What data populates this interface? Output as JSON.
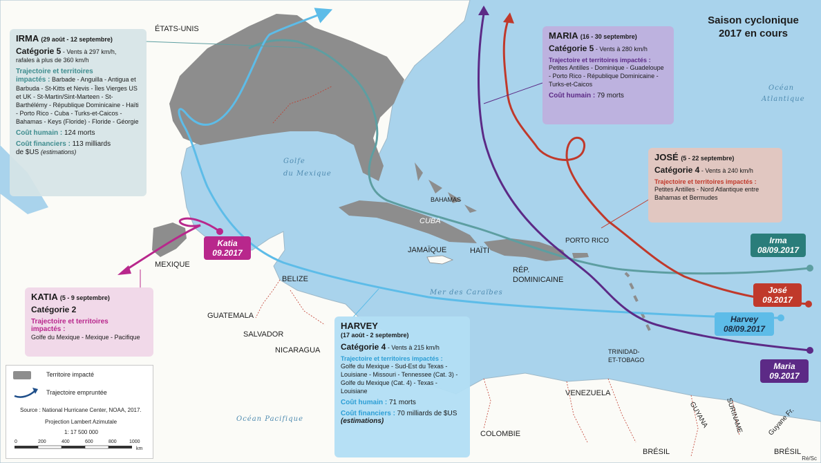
{
  "title_line1": "Saison cyclonique",
  "title_line2": "2017 en cours",
  "colors": {
    "ocean": "#a9d3ec",
    "land": "#fbfbf7",
    "impacted": "#8d8d8d",
    "irma": "#5d9ea1",
    "maria": "#5c2a86",
    "jose": "#c0392b",
    "harvey": "#5dbce8",
    "katia": "#b8278c"
  },
  "labels": {
    "usa": "ÉTATS-UNIS",
    "mexico": "MEXIQUE",
    "belize": "BELIZE",
    "guatemala": "GUATEMALA",
    "salvador": "SALVADOR",
    "nicaragua": "NICARAGUA",
    "cuba": "CUBA",
    "bahamas": "BAHAMAS",
    "jamaica": "JAMAÏQUE",
    "haiti": "HAÏTI",
    "dominican_line1": "RÉP.",
    "dominican_line2": "DOMINICAINE",
    "puerto_rico": "PORTO RICO",
    "trinidad_line1": "TRINIDAD-",
    "trinidad_line2": "ET-TOBAGO",
    "venezuela": "VENEZUELA",
    "colombia": "COLOMBIE",
    "guyana": "GUYANA",
    "suriname": "SURINAME",
    "guyane": "Guyane Fr.",
    "bresil": "BRÉSIL",
    "gulf_line1": "Golfe",
    "gulf_line2": "du Mexique",
    "caribbean_sea": "Mer des Caraïbes",
    "pacific": "Océan Pacifique",
    "atlantic_line1": "Océan",
    "atlantic_line2": "Atlantique"
  },
  "irma": {
    "name": "IRMA",
    "dates": "(29 août - 12 septembre)",
    "category": "Catégorie 5",
    "winds": " - Vents à 297 km/h,",
    "gusts": "rafales à plus de 360 km/h",
    "traj_line1": "Trajectoire et territoires",
    "traj_line2": "impactés :",
    "territories": "Barbade - Anguilla - Antigua et Barbuda - St-Kitts et Nevis - Îles Vierges US et UK - St-Martin/Sint-Marteen - St-Barthélémy - République Dominicaine - Haïti - Porto Rico - Cuba - Turks-et-Caicos - Bahamas - Keys (Floride) - Floride - Géorgie",
    "human_label": "Coût humain :",
    "human_value": " 124 morts",
    "fin_label": "Coût financiers :",
    "fin_value": " 113 milliards",
    "fin_line2": "de $US",
    "fin_note": "(estimations)",
    "tag_name": "Irma",
    "tag_date": "08/09.2017"
  },
  "maria": {
    "name": "MARIA",
    "dates": "(16 - 30 septembre)",
    "category": "Catégorie 5",
    "winds": " - Vents à 280 km/h",
    "traj": "Trajectoire et territoires impactés :",
    "territories": "Petites Antilles - Dominique - Guadeloupe - Porto Rico - République Dominicaine - Turks-et-Caicos",
    "human_label": "Coût humain :",
    "human_value": " 79 morts",
    "tag_name": "Maria",
    "tag_date": "09.2017"
  },
  "jose": {
    "name": "JOSÉ",
    "dates": "(5 - 22 septembre)",
    "category": "Catégorie 4",
    "winds": " - Vents à 240 km/h",
    "traj": "Trajectoire et territoires impactés :",
    "territories": "Petites Antilles - Nord Atlantique entre Bahamas et Bermudes",
    "tag_name": "José",
    "tag_date": "09.2017"
  },
  "katia": {
    "name": "KATIA",
    "dates": "(5 - 9 septembre)",
    "category": "Catégorie 2",
    "traj_line1": "Trajectoire et territoires",
    "traj_line2": "impactés :",
    "territories": "Golfe du Mexique - Mexique - Pacifique",
    "tag_name": "Katia",
    "tag_date": "09.2017"
  },
  "harvey": {
    "name": "HARVEY",
    "dates": "(17 août - 2 septembre)",
    "category": "Catégorie 4",
    "winds": " - Vents à 215 km/h",
    "traj": "Trajectoire et territoires impactés :",
    "territories": "Golfe du Mexique - Sud-Est du Texas - Louisiane - Missouri - Tennessee (Cat. 3) - Golfe du Mexique (Cat. 4) - Texas - Louisiane",
    "human_label": "Coût humain :",
    "human_value": " 71 morts",
    "fin_label": "Coût financiers :",
    "fin_value": " 70 milliards de $US",
    "fin_note": "(estimations)",
    "tag_name": "Harvey",
    "tag_date": "08/09.2017"
  },
  "legend": {
    "impacted": "Territoire impacté",
    "trajectory": "Trajectoire empruntée",
    "source": "Source : National Hurricane Center, NOAA, 2017.",
    "projection": "Projection Lambert Azimutale",
    "scale_ratio": "1: 17 500 000",
    "scale_ticks": [
      "0",
      "200",
      "400",
      "600",
      "800",
      "1000"
    ],
    "scale_unit": "km"
  },
  "credit": "Ré/Sc"
}
